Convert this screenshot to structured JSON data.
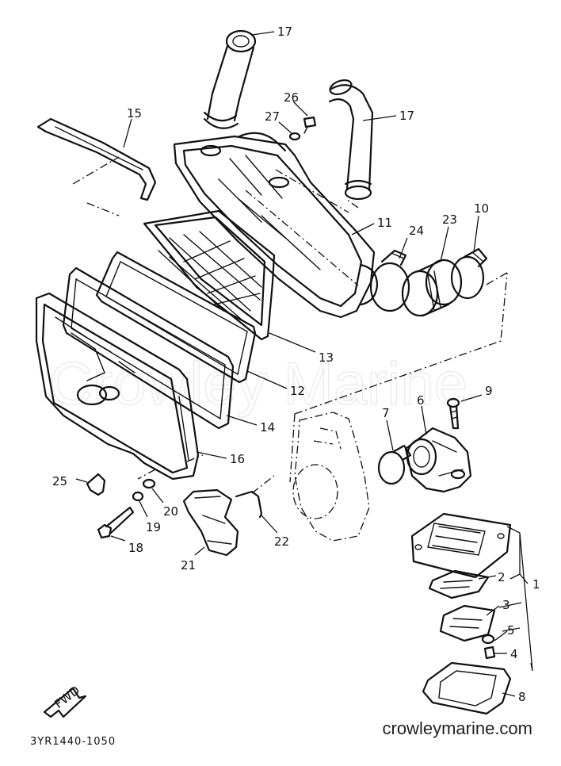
{
  "watermark": "Crowley Marine",
  "site_label": "crowleymarine.com",
  "diagram_code": "3YR1440-1050",
  "fwd_label": "FWD",
  "callouts": [
    {
      "id": "c17a",
      "text": "17"
    },
    {
      "id": "c17b",
      "text": "17"
    },
    {
      "id": "c26",
      "text": "26"
    },
    {
      "id": "c27",
      "text": "27"
    },
    {
      "id": "c15",
      "text": "15"
    },
    {
      "id": "c11",
      "text": "11"
    },
    {
      "id": "c24",
      "text": "24"
    },
    {
      "id": "c23",
      "text": "23"
    },
    {
      "id": "c10",
      "text": "10"
    },
    {
      "id": "c13",
      "text": "13"
    },
    {
      "id": "c12",
      "text": "12"
    },
    {
      "id": "c14",
      "text": "14"
    },
    {
      "id": "c16",
      "text": "16"
    },
    {
      "id": "c9",
      "text": "9"
    },
    {
      "id": "c7",
      "text": "7"
    },
    {
      "id": "c6",
      "text": "6"
    },
    {
      "id": "c25",
      "text": "25"
    },
    {
      "id": "c20",
      "text": "20"
    },
    {
      "id": "c19",
      "text": "19"
    },
    {
      "id": "c18",
      "text": "18"
    },
    {
      "id": "c21",
      "text": "21"
    },
    {
      "id": "c22",
      "text": "22"
    },
    {
      "id": "c2",
      "text": "2"
    },
    {
      "id": "c1",
      "text": "1"
    },
    {
      "id": "c3",
      "text": "3"
    },
    {
      "id": "c5",
      "text": "5"
    },
    {
      "id": "c4",
      "text": "4"
    },
    {
      "id": "c8",
      "text": "8"
    }
  ]
}
